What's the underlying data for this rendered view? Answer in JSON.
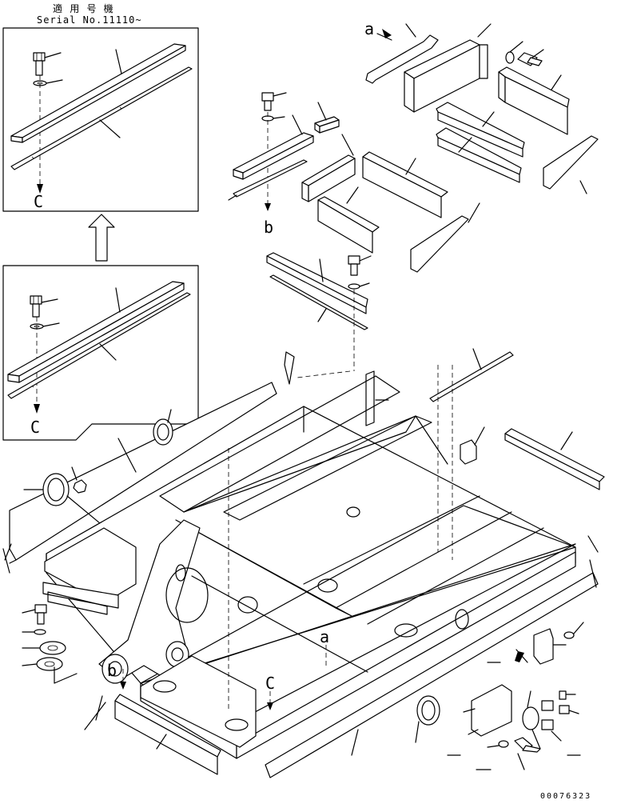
{
  "header": {
    "applicable_label": "適 用 号 機",
    "serial_label": "Serial No.11110~"
  },
  "view_letters": {
    "a_top": "a",
    "b_top": "b",
    "c_inset_upper": "C",
    "c_inset_lower": "C",
    "a_frame": "a",
    "b_frame": "b",
    "c_frame": "C"
  },
  "document_number": "00076323",
  "icons": [
    "hex-bolt-icon",
    "washer-icon",
    "seal-ring-icon",
    "nut-icon",
    "block-arrow-up-icon",
    "clip-icon",
    "snap-ring-icon"
  ]
}
